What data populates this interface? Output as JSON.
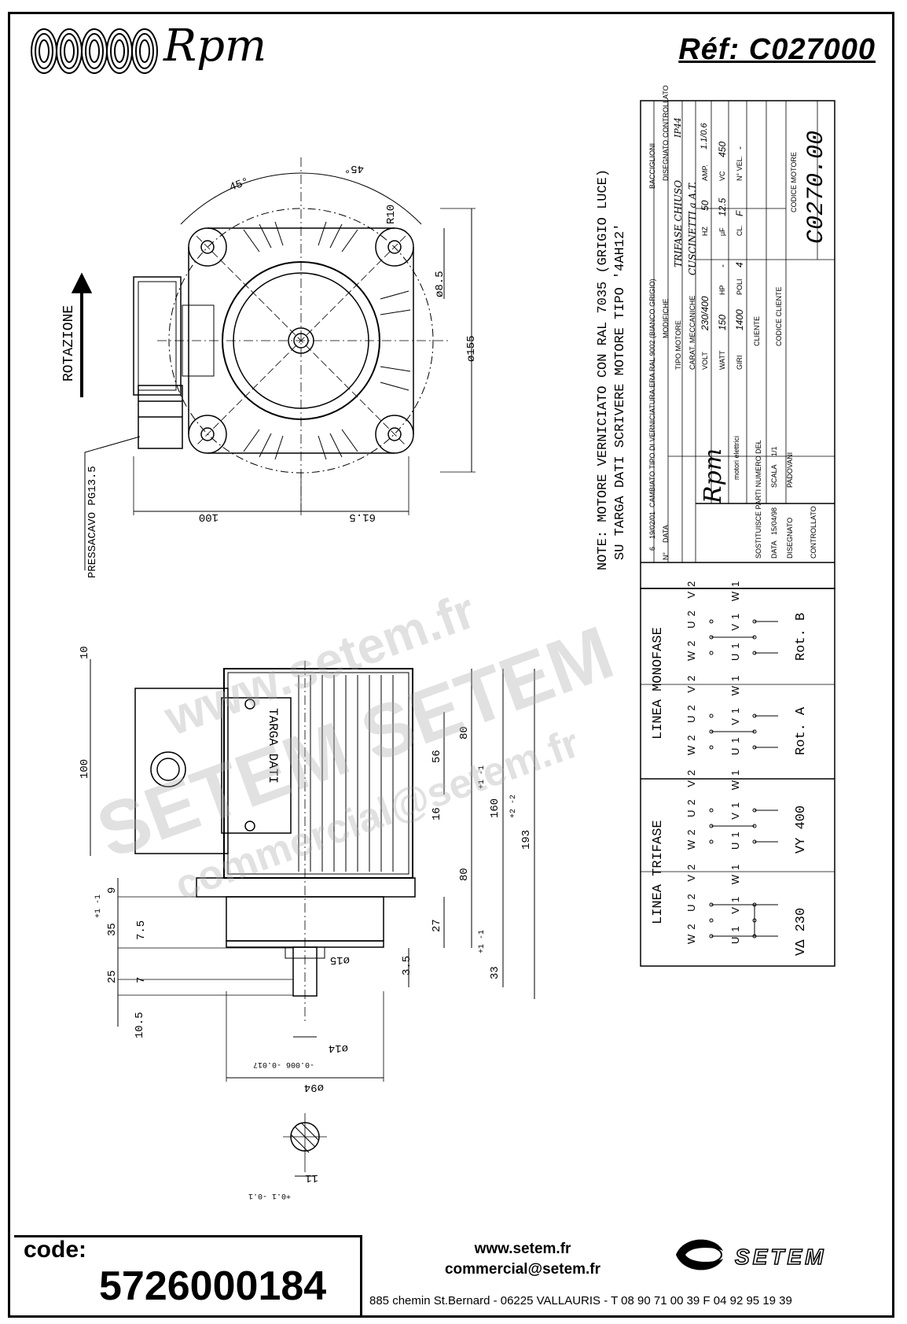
{
  "header": {
    "brand": "Rpm",
    "reference": "Réf:  C027000"
  },
  "drawing": {
    "rotation_label": "ROTAZIONE",
    "cable_gland_label": "PRESSACAVO PG13.5",
    "nameplate_label": "TARGA DATI",
    "note_line1": "NOTE:  MOTORE VERNICIATO CON RAL 7035 (GRIGIO LUCE)",
    "note_line2": "SU TARGA DATI SCRIVERE  MOTORE TIPO '4AH12'",
    "dims_top": {
      "angle_left": "45°",
      "angle_right": "45°",
      "radius": "R10",
      "bolt_dia": "ø8.5",
      "flange_dia": "ø155",
      "left_width": "100",
      "right_width": "61.5"
    },
    "dims_side": {
      "d10": "10",
      "d80a": "80",
      "d56": "56",
      "d16": "16",
      "d160": "160",
      "d160_tol": "+1 -1",
      "d193": "193",
      "d193_tol": "+2 -2",
      "d100": "100",
      "d80b": "80",
      "d27": "27",
      "d35": "35",
      "d35_tol": "+1 -1",
      "d9": "9",
      "d7_5": "7.5",
      "d25": "25",
      "d7": "7",
      "d10_5": "10.5",
      "d3_5": "3.5",
      "d33": "33",
      "d33_tol": "+1 -1",
      "d15": "ø15",
      "d14": "ø14",
      "shaft_tol": "-0.006 -0.017",
      "d94": "ø94",
      "d11": "11",
      "d11_tol": "+0.1 -0.1"
    }
  },
  "wiring": {
    "mono_title": "LINEA MONOFASE",
    "tri_title": "LINEA TRIFASE",
    "rot_a": "Rot. A",
    "rot_b": "Rot. B",
    "v_delta": "VΔ 230",
    "v_star": "VY 400",
    "terminals_top": [
      "W2",
      "U2",
      "V2"
    ],
    "terminals_bottom": [
      "U1",
      "V1",
      "W1"
    ]
  },
  "title_block": {
    "revision": {
      "n": "6",
      "date": "19/02/01",
      "change": "CAMBIATO TIPO DI VERNICIATURA:ERA RAL 9002 (BIANCO GRIGIO)",
      "drawn": "BACCIGLIONI"
    },
    "headers": {
      "n": "N°",
      "date": "DATA",
      "changes": "MODIFICHE",
      "drawn": "DISEGNATO",
      "checked": "CONTROLLATO"
    },
    "motor_type_label": "TIPO MOTORE",
    "motor_type": "TRIFASE CHIUSO",
    "protection": "IP44",
    "mech_label": "CARAT. MECCANICHE",
    "mech": "CUSCINETTI a A.T.",
    "volt_label": "VOLT",
    "volt": "230/400",
    "hz_label": "HZ",
    "hz": "50",
    "amp_label": "AMP.",
    "amp": "1.1/0.6",
    "watt_label": "WATT",
    "watt": "150",
    "hp_label": "HP",
    "hp": "-",
    "uf_label": "µF",
    "uf": "12.5",
    "vc_label": "VC",
    "vc": "450",
    "giri_label": "GIRI",
    "giri": "1400",
    "poli_label": "POLI",
    "poli": "4",
    "cl_label": "CL.",
    "cl": "F",
    "vel_label": "N° VEL.",
    "vel": "-",
    "client_label": "CLIENTE",
    "motor_code_label": "CODICE MOTORE",
    "motor_code": "C0270.00",
    "client_code_label": "CODICE CLIENTE",
    "company_sub": "motori elettrici",
    "replaces_label": "SOSTITUISCE PARTI NUMERO DEL",
    "replaces": "-",
    "date_label": "DATA",
    "date": "15/04/98",
    "scale_label": "SCALA",
    "scale": "1/1",
    "drawn_label": "DISEGNATO",
    "drawn_by": "PADOVANI",
    "checked_label": "CONTROLLATO"
  },
  "watermark": {
    "line1": "www.setem.fr",
    "line2": "SETEM  SETEM",
    "line3": "commercial@setem.fr"
  },
  "footer": {
    "code_label": "code:",
    "code_number": "5726000184",
    "website": "www.setem.fr",
    "email": "commercial@setem.fr",
    "address": "885 chemin St.Bernard  -  06225 VALLAURIS  -  T 08 90 71 00 39   F 04 92 95 19 39",
    "company_logo": "SETEM"
  }
}
